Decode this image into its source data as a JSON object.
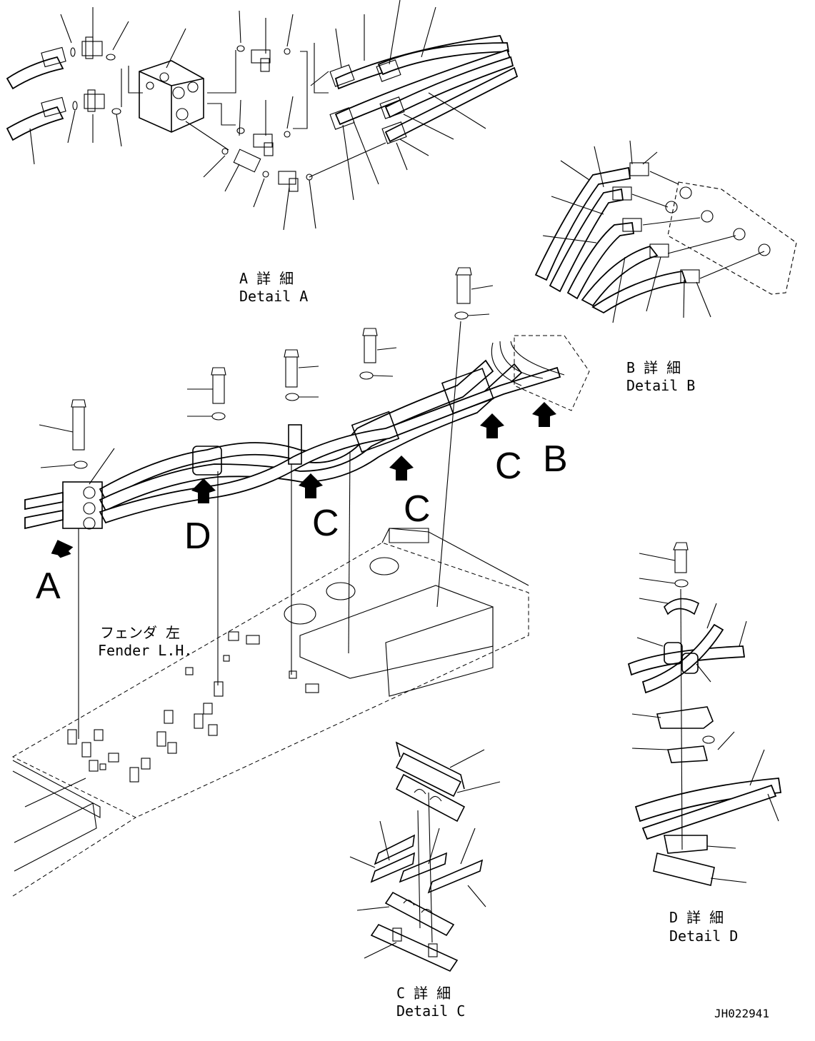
{
  "details": {
    "a": {
      "jp": "A 詳 細",
      "en": "Detail A"
    },
    "b": {
      "jp": "B 詳 細",
      "en": "Detail B"
    },
    "c": {
      "jp": "C 詳 細",
      "en": "Detail C"
    },
    "d": {
      "jp": "D 詳 細",
      "en": "Detail D"
    }
  },
  "fender": {
    "jp": "フェンダ 左",
    "en": "Fender L.H."
  },
  "arrows": {
    "a": "A",
    "b": "B",
    "c": "C",
    "d": "D"
  },
  "drawing_number": "JH022941"
}
